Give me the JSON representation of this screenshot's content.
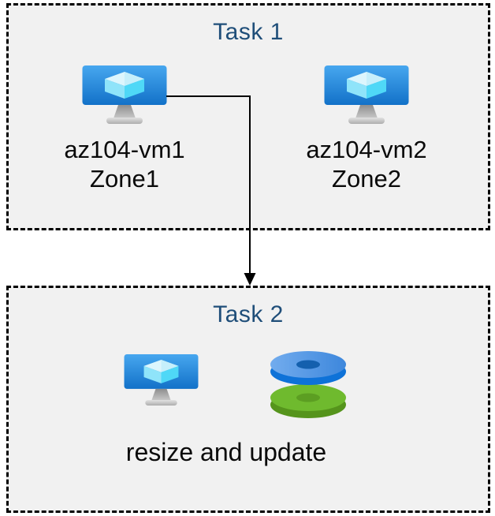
{
  "colors": {
    "box_background": "#F1F1F1",
    "box_border": "#000000",
    "title_text": "#1F4E79",
    "label_text": "#0A0A0A",
    "arrow": "#000000",
    "vm_screen_top": "#47A7EF",
    "vm_screen_bottom": "#1271C8",
    "disk_blue_top": "#5A9CE6",
    "disk_blue_rim": "#0E72D8",
    "disk_green_top": "#6FBA2E",
    "disk_green_rim": "#55941C"
  },
  "task1": {
    "title": "Task 1",
    "vms": [
      {
        "name": "az104-vm1",
        "zone": "Zone1",
        "icon": "virtual-machine-icon"
      },
      {
        "name": "az104-vm2",
        "zone": "Zone2",
        "icon": "virtual-machine-icon"
      }
    ]
  },
  "task2": {
    "title": "Task 2",
    "caption": "resize and update",
    "icons": [
      "virtual-machine-icon",
      "disks-icon"
    ]
  },
  "connector": {
    "from": "az104-vm1",
    "to": "Task 2",
    "style": "elbow-arrow"
  }
}
